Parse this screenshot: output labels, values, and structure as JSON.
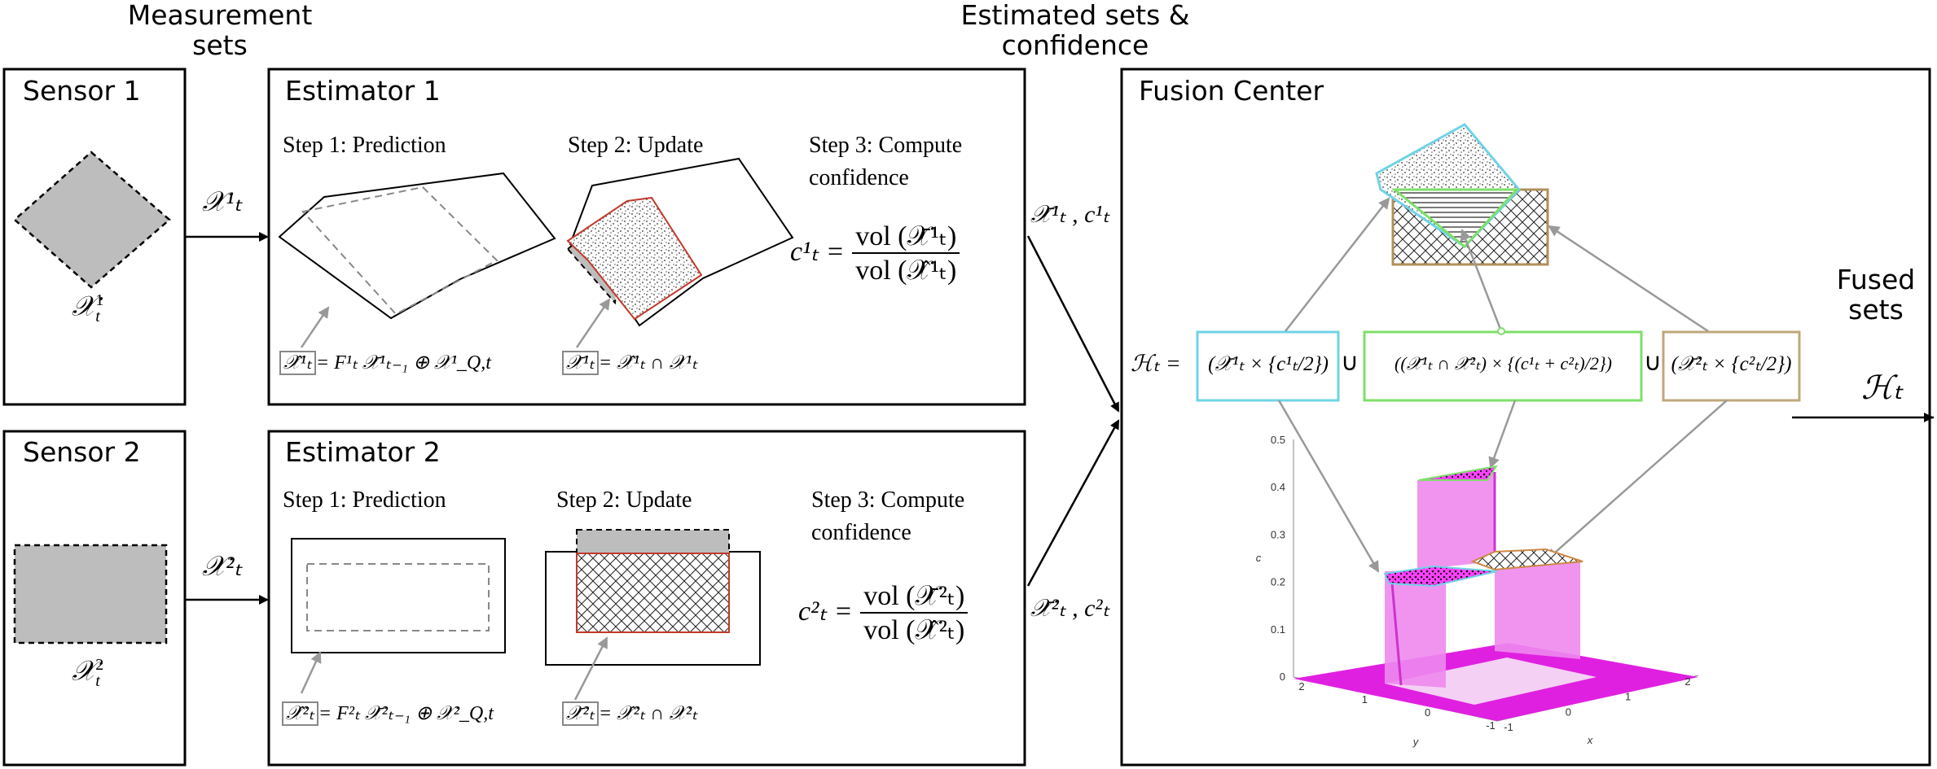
{
  "headers": {
    "measurement_sets_1": "Measurement",
    "measurement_sets_2": "sets",
    "estimated_sets_1": "Estimated sets &",
    "estimated_sets_2": "confidence",
    "fused_sets_1": "Fused",
    "fused_sets_2": "sets"
  },
  "sensor1": {
    "title": "Sensor 1",
    "label": "𝒳",
    "sup": "1",
    "sub": "t"
  },
  "sensor2": {
    "title": "Sensor 2",
    "label": "𝒳",
    "sup": "2",
    "sub": "t"
  },
  "estimator1": {
    "title": "Estimator 1",
    "step1": "Step 1: Prediction",
    "step2": "Step 2: Update",
    "step3_a": "Step 3: Compute",
    "step3_b": "confidence",
    "pred_eq": "= F¹ₜ 𝒳̄¹ₜ₋₁ ⊕ 𝒳¹_Q,t",
    "upd_eq": "= 𝒳̂¹ₜ ∩ 𝒳¹ₜ",
    "conf_lhs": "c¹ₜ =",
    "conf_num": "vol (𝒳̄¹ₜ)",
    "conf_den": "vol (𝒳̂¹ₜ)"
  },
  "estimator2": {
    "title": "Estimator 2",
    "step1": "Step 1: Prediction",
    "step2": "Step 2: Update",
    "step3_a": "Step 3: Compute",
    "step3_b": "confidence",
    "pred_eq": "= F²ₜ 𝒳̄²ₜ₋₁ ⊕ 𝒳²_Q,t",
    "upd_eq": "= 𝒳̂²ₜ ∩ 𝒳²ₜ",
    "conf_lhs": "c²ₜ =",
    "conf_num": "vol (𝒳̄²ₜ)",
    "conf_den": "vol (𝒳̂²ₜ)"
  },
  "arrows": {
    "x1": "𝒳¹ₜ",
    "x2": "𝒳²ₜ",
    "est1": "𝒳̄¹ₜ , c¹ₜ",
    "est2": "𝒳̄²ₜ , c²ₜ",
    "out": "ℋₜ"
  },
  "fusion": {
    "title": "Fusion Center",
    "h_lhs": "ℋₜ =",
    "term1": "(𝒳̄¹ₜ × {c¹ₜ/2})",
    "union": "∪",
    "term2": "((𝒳̄¹ₜ ∩ 𝒳̄²ₜ) × {(c¹ₜ + c²ₜ)/2})",
    "term3": "(𝒳̄²ₜ × {c²ₜ/2})",
    "axis_c": "c",
    "axis_x": "x",
    "axis_y": "y",
    "c_ticks": [
      "0",
      "0.1",
      "0.2",
      "0.3",
      "0.4",
      "0.5"
    ],
    "x_ticks": [
      "-1",
      "0",
      "1",
      "2"
    ],
    "y_ticks": [
      "2",
      "1",
      "0",
      "-1"
    ]
  },
  "colors": {
    "term1_box": "#6fd3e6",
    "term2_box": "#7ee06a",
    "term3_box": "#bfa77a",
    "update_box": "#c0392b",
    "surface": "#ee88ee",
    "floor": "#e020e0",
    "pointer": "#999999"
  }
}
